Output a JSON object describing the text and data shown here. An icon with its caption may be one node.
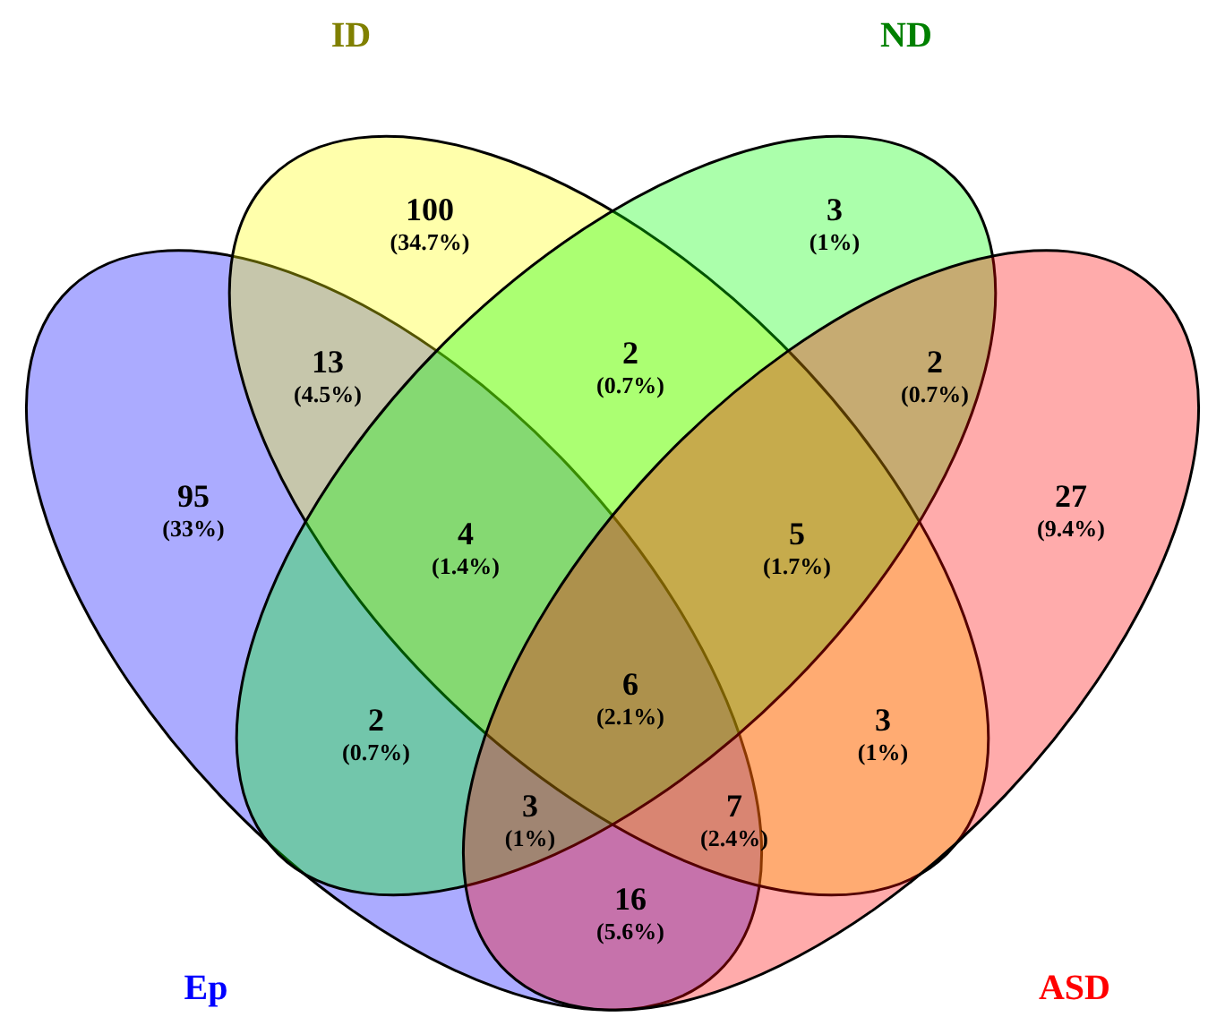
{
  "diagram": {
    "nodes": [
      {
        "text": [
          "Ep"
        ]
      },
      {
        "text": [
          "ID"
        ]
      },
      {
        "text": [
          "ND"
        ]
      },
      {
        "text": [
          "ASD"
        ]
      }
    ],
    "labels": [
      "100",
      "(34.7%)",
      "3",
      "(1%)",
      "13",
      "(4.5%)",
      "2",
      "(0.7%)",
      "2",
      "(0.7%)",
      "95",
      "(33%)",
      "27",
      "(9.4%)",
      "4",
      "(1.4%)",
      "5",
      "(1.7%)",
      "6",
      "(2.1%)",
      "2",
      "(0.7%)",
      "3",
      "(1%)",
      "3",
      "(1%)",
      "7",
      "(2.4%)",
      "16",
      "(5.6%)"
    ]
  }
}
